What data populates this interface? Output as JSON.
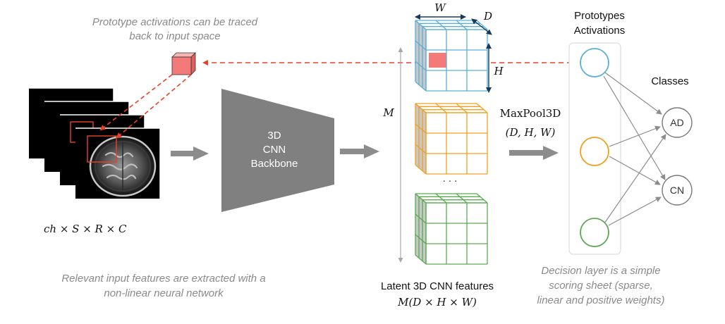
{
  "notes": {
    "traced_line1": "Prototype activations can be traced",
    "traced_line2": "back to input space",
    "extract_line1": "Relevant input features are extracted with a",
    "extract_line2": "non-linear neural network",
    "decision_line1": "Decision layer is a simple",
    "decision_line2": "scoring sheet (sparse,",
    "decision_line3": "linear and positive weights)"
  },
  "input": {
    "dims": "ch × S × R × C"
  },
  "backbone": {
    "line1": "3D",
    "line2": "CNN",
    "line3": "Backbone"
  },
  "latent": {
    "title": "Latent 3D CNN features",
    "dims": "M(D × H × W)",
    "W": "W",
    "D": "D",
    "H": "H",
    "M": "M",
    "ellipsis": "· · ·",
    "colors": [
      "#5aafd6",
      "#f0a020",
      "#5aaa50"
    ]
  },
  "pool": {
    "line1": "MaxPool3D",
    "line2": "(D, H, W)"
  },
  "prototypes": {
    "title_line1": "Prototypes",
    "title_line2": "Activations",
    "colors": [
      "#5aafd6",
      "#f0a020",
      "#5aaa50"
    ]
  },
  "classes": {
    "title": "Classes",
    "items": [
      "AD",
      "CN"
    ]
  },
  "colors": {
    "trace": "#e8412a",
    "patch": "#f47a7a",
    "arrow": "#8c8c8c",
    "backbone": "#808080"
  }
}
